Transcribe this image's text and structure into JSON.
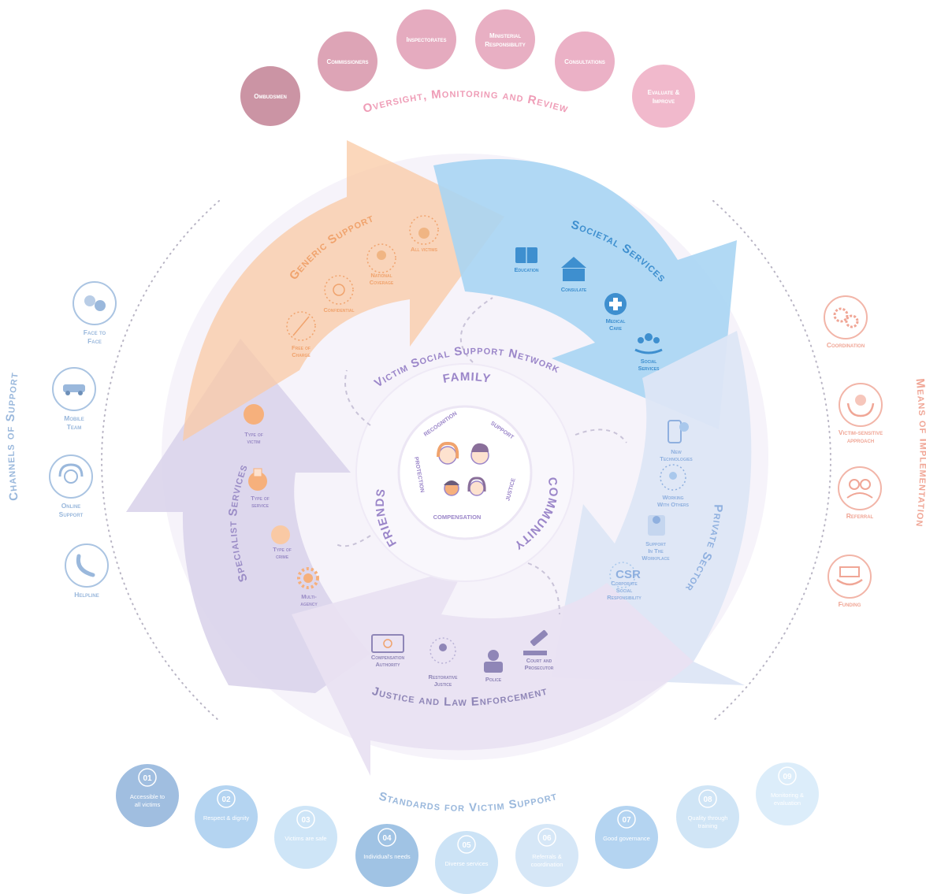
{
  "oversight": {
    "title": "Oversight, Monitoring and Review",
    "items": [
      {
        "lines": [
          "Ombudsmen"
        ]
      },
      {
        "lines": [
          "Commissioners"
        ]
      },
      {
        "lines": [
          "Inspectorates"
        ]
      },
      {
        "lines": [
          "Ministerial",
          "Responsibility"
        ]
      },
      {
        "lines": [
          "Consultations"
        ]
      },
      {
        "lines": [
          "Evaluate &",
          "Improve"
        ]
      }
    ]
  },
  "channels": {
    "title": "Channels of Support",
    "items": [
      {
        "lines": [
          "Face to",
          "Face"
        ],
        "icon": "face-to-face-icon"
      },
      {
        "lines": [
          "Mobile",
          "Team"
        ],
        "icon": "car-icon"
      },
      {
        "lines": [
          "Online",
          "Support"
        ],
        "icon": "headset-icon"
      },
      {
        "lines": [
          "Helpline"
        ],
        "icon": "phone-icon"
      }
    ]
  },
  "means": {
    "title": "Means of Implementation",
    "items": [
      {
        "lines": [
          "Coordination"
        ],
        "icon": "gears-icon"
      },
      {
        "lines": [
          "Victim-sensitive",
          "approach"
        ],
        "icon": "hands-icon"
      },
      {
        "lines": [
          "Referral"
        ],
        "icon": "people-icon"
      },
      {
        "lines": [
          "Funding"
        ],
        "icon": "money-hand-icon"
      }
    ]
  },
  "arrows": {
    "generic": {
      "title": "Generic Support",
      "items": [
        {
          "lines": [
            "All victims"
          ]
        },
        {
          "lines": [
            "National",
            "Coverage"
          ]
        },
        {
          "lines": [
            "Confidential"
          ]
        },
        {
          "lines": [
            "Free of",
            "Charge"
          ]
        }
      ]
    },
    "societal": {
      "title": "Societal Services",
      "items": [
        {
          "lines": [
            "Education"
          ]
        },
        {
          "lines": [
            "Consulate"
          ]
        },
        {
          "lines": [
            "Medical",
            "Care"
          ]
        },
        {
          "lines": [
            "Social",
            "Services"
          ]
        }
      ]
    },
    "private": {
      "title": "Private Sector",
      "items": [
        {
          "lines": [
            "New",
            "Technologies"
          ]
        },
        {
          "lines": [
            "Working",
            "With Others"
          ]
        },
        {
          "lines": [
            "Support",
            "In The",
            "Workplace"
          ]
        },
        {
          "lines": [
            "Corporate",
            "Social",
            "Responsibility"
          ]
        }
      ],
      "csr": "CSR"
    },
    "justice": {
      "title": "Justice and Law Enforcement",
      "items": [
        {
          "lines": [
            "Compensation",
            "Authority"
          ]
        },
        {
          "lines": [
            "Restorative",
            "Justice"
          ]
        },
        {
          "lines": [
            "Police"
          ]
        },
        {
          "lines": [
            "Court and",
            "Prosecutor"
          ]
        }
      ]
    },
    "specialist": {
      "title": "Specialist Services",
      "items": [
        {
          "lines": [
            "Type of",
            "victim"
          ]
        },
        {
          "lines": [
            "Type of",
            "service"
          ]
        },
        {
          "lines": [
            "Type of",
            "crime"
          ]
        },
        {
          "lines": [
            "Multi-",
            "agency"
          ]
        }
      ]
    }
  },
  "center": {
    "network_title": "Victim Social Support Network",
    "family": "FAMILY",
    "friends": "FRIENDS",
    "community": "COMMUNITY",
    "inner": {
      "recognition": "RECOGNITION",
      "support": "SUPPORT",
      "protection": "PROTECTION",
      "justice": "JUSTICE",
      "compensation": "COMPENSATION"
    }
  },
  "standards": {
    "title": "Standards for Victim Support",
    "items": [
      {
        "num": "01",
        "label": "Accessible to all victims"
      },
      {
        "num": "02",
        "label": "Respect & dignity"
      },
      {
        "num": "03",
        "label": "Victims are safe"
      },
      {
        "num": "04",
        "label": "Individual's needs"
      },
      {
        "num": "05",
        "label": "Diverse services"
      },
      {
        "num": "06",
        "label": "Referrals & coordination"
      },
      {
        "num": "07",
        "label": "Good governance"
      },
      {
        "num": "08",
        "label": "Quality through training"
      },
      {
        "num": "09",
        "label": "Monitoring & evaluation"
      }
    ]
  },
  "colors": {
    "oversight_dark": "#c5889a",
    "oversight_light": "#eba8bf",
    "oversight_text": "#ef9db7",
    "generic": "#f9c9a4",
    "generic_text": "#f0a36d",
    "societal": "#a9d5f3",
    "societal_text": "#3e8fcf",
    "private": "#dde6f5",
    "private_text": "#8fb0df",
    "justice": "#e9e2f2",
    "justice_text": "#8f86b7",
    "specialist": "#d8d1ea",
    "specialist_text": "#9a8cc6",
    "channels_text": "#9ab8dc",
    "means_text": "#f0a696",
    "center_text": "#9b86c9"
  }
}
